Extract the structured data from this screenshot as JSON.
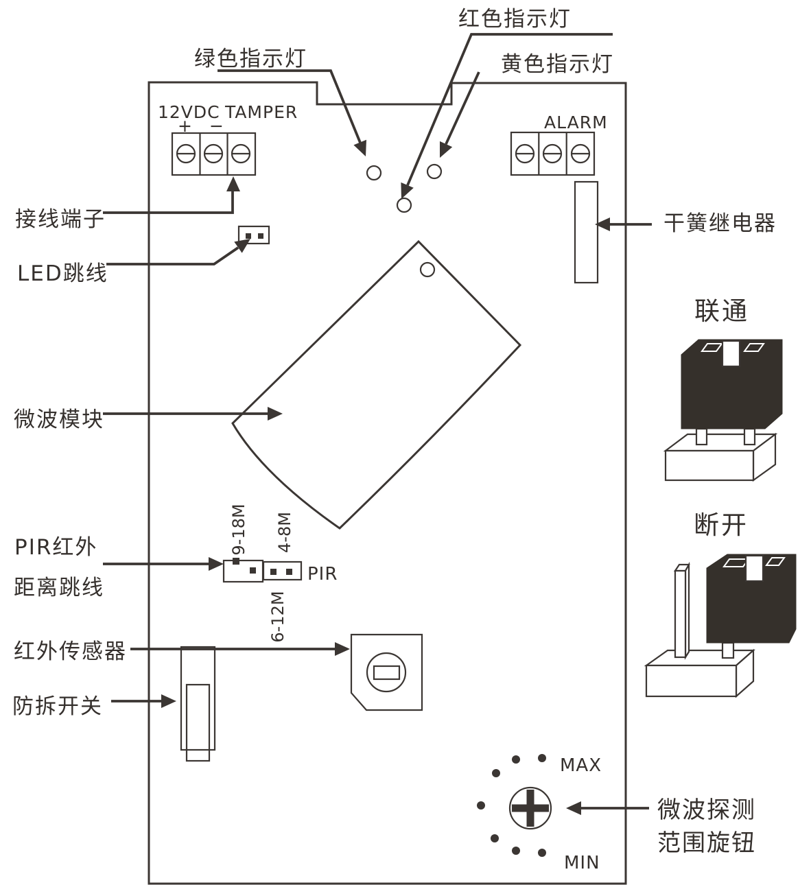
{
  "callouts": {
    "green_led": "绿色指示灯",
    "red_led": "红色指示灯",
    "yellow_led": "黄色指示灯",
    "terminal_block": "接线端子",
    "led_jumper": "LED跳线",
    "microwave_module": "微波模块",
    "pir_distance_line1": "PIR红外",
    "pir_distance_line2": "距离跳线",
    "ir_sensor": "红外传感器",
    "tamper_switch": "防拆开关",
    "reed_relay": "干簧继电器",
    "mw_knob_line1": "微波探测",
    "mw_knob_line2": "范围旋钮"
  },
  "board_text": {
    "dc_label": "12VDC",
    "tamper_label": "TAMPER",
    "plus": "+",
    "minus": "−",
    "alarm_label": "ALARM",
    "pir_label": "PIR",
    "range_left": "9-18M",
    "range_right": "4-8M",
    "range_bottom": "6-12M",
    "max_label": "MAX",
    "min_label": "MIN"
  },
  "legend": {
    "connected": "联通",
    "disconnected": "断开"
  },
  "colors": {
    "ink": "#3b3633",
    "background": "#ffffff"
  }
}
